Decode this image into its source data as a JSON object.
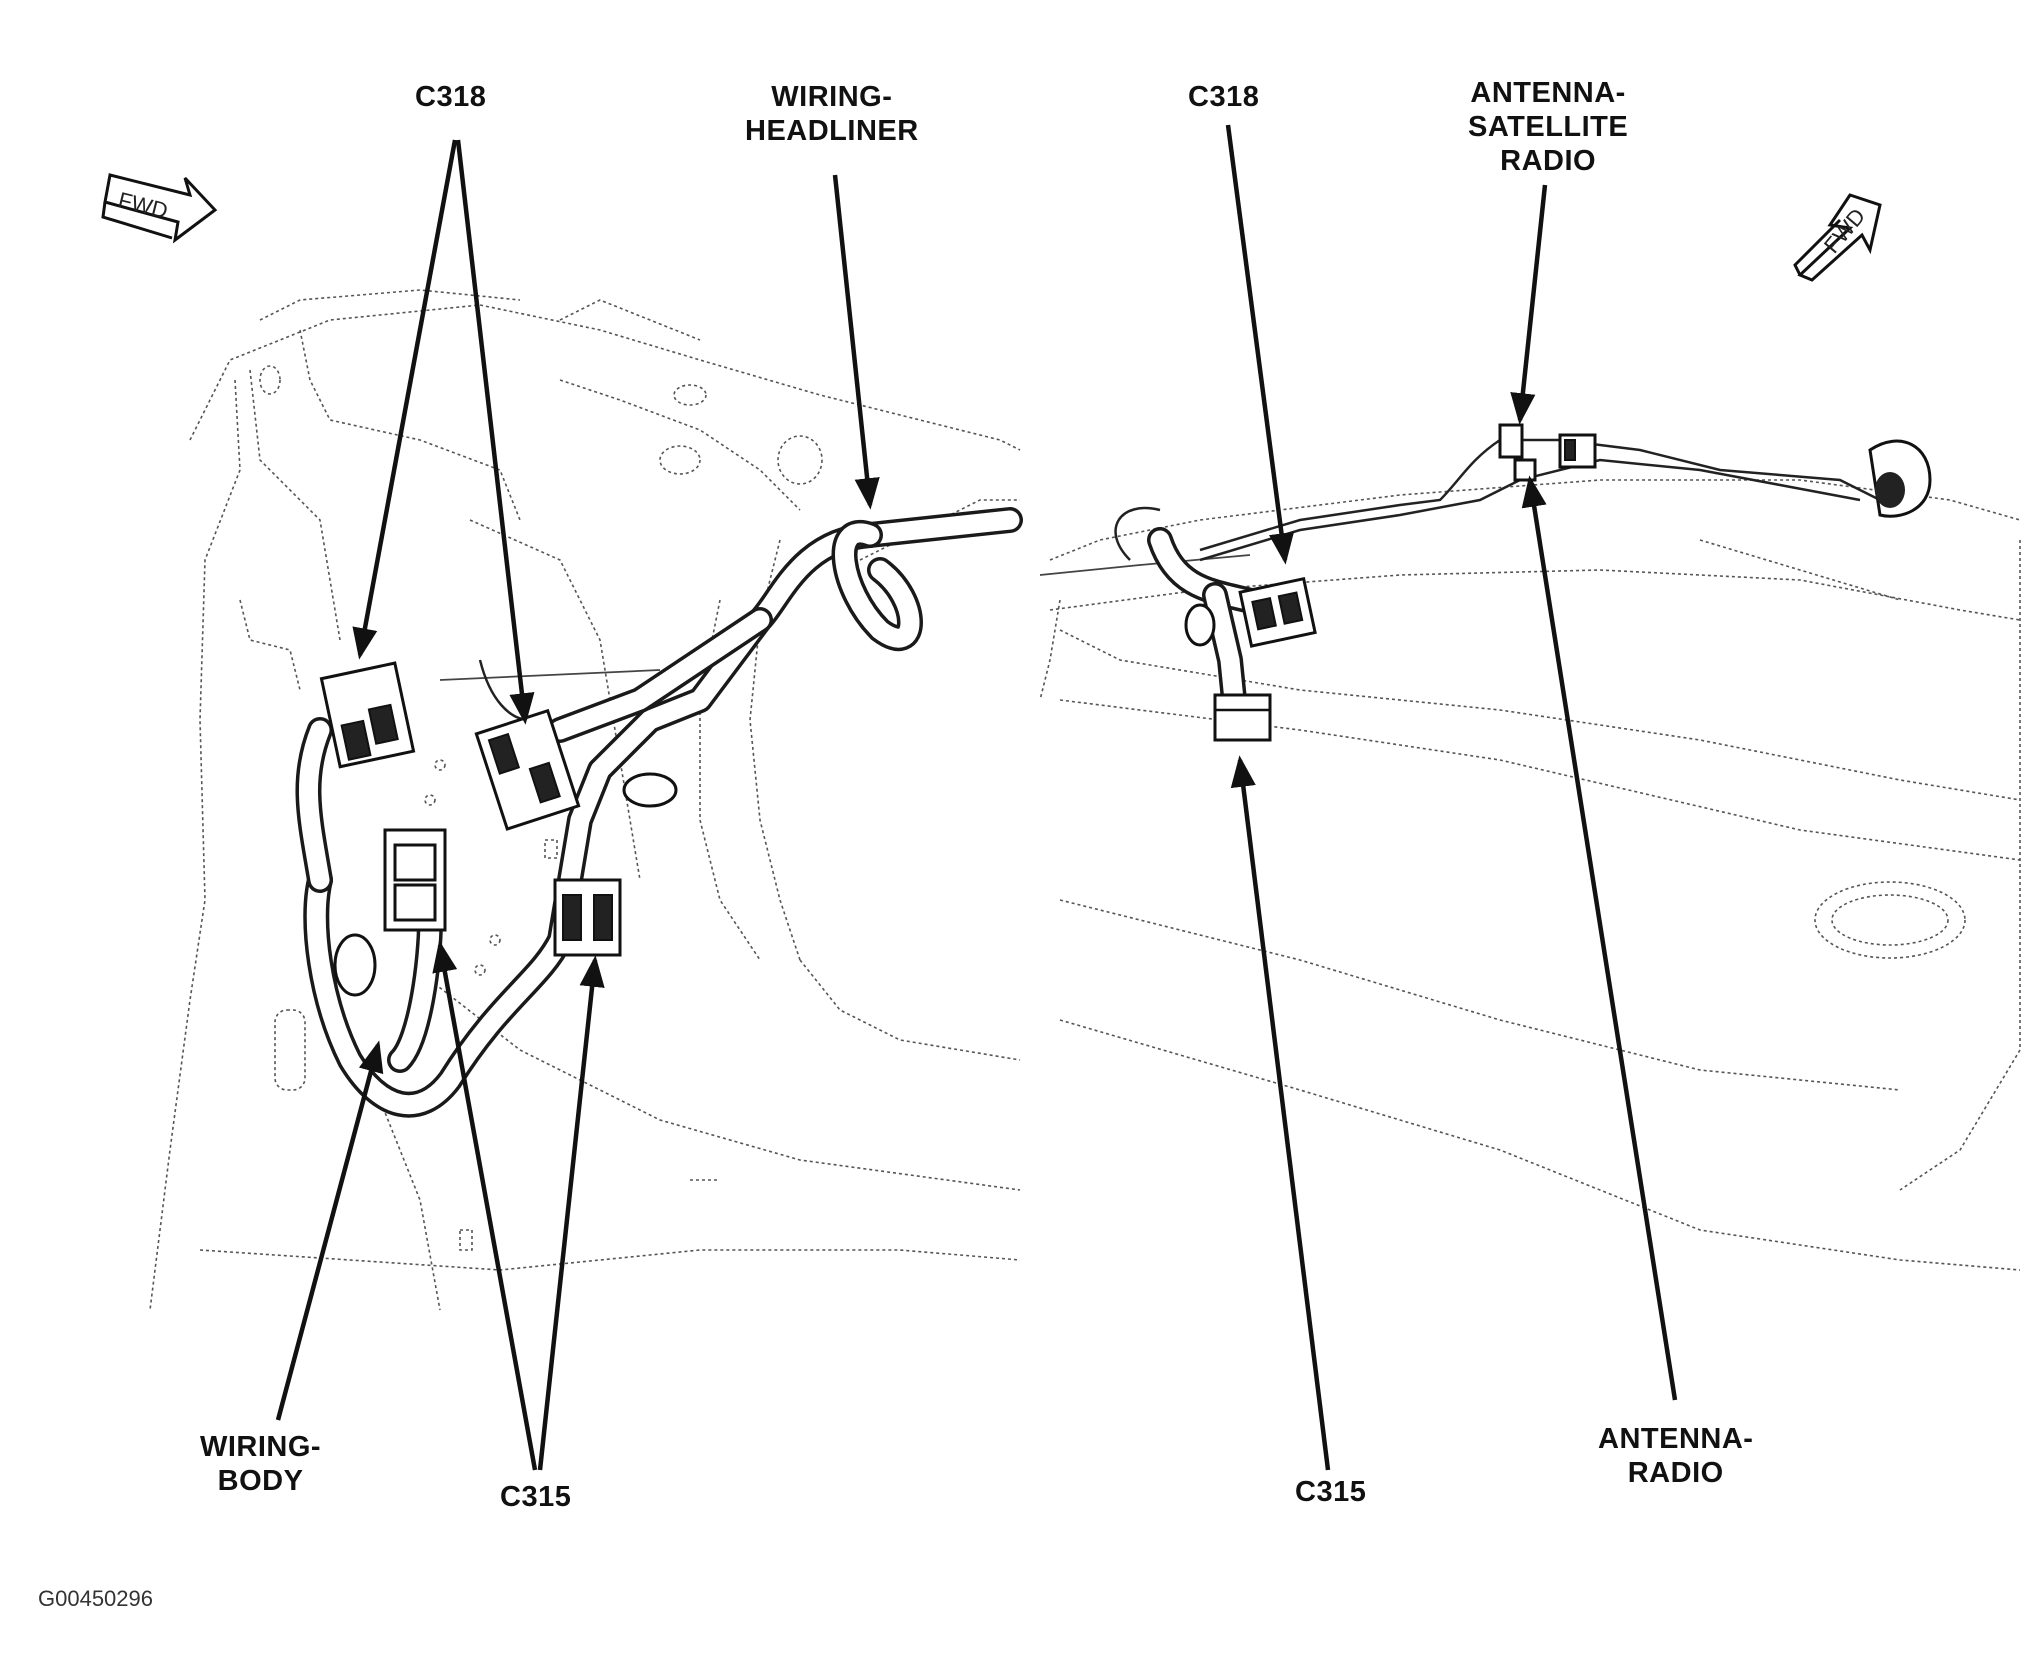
{
  "labels": {
    "c318_left": "C318",
    "wiring_headliner": "WIRING-\nHEADLINER",
    "c318_right": "C318",
    "antenna_satellite": "ANTENNA-\nSATELLITE\nRADIO",
    "wiring_body": "WIRING-\nBODY",
    "c315_left": "C315",
    "c315_right": "C315",
    "antenna_radio": "ANTENNA-\nRADIO"
  },
  "fwd_text": "FWD",
  "figure_id": "G00450296"
}
